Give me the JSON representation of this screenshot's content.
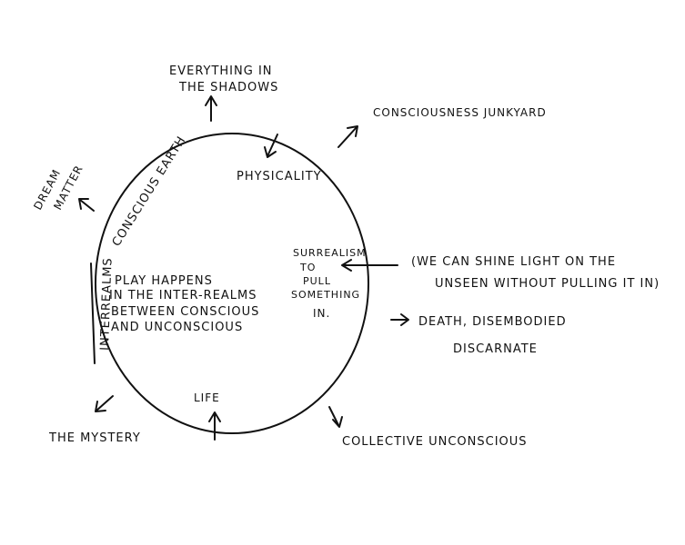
{
  "labels": {
    "everything_shadows_1": "EVERYTHING IN",
    "everything_shadows_2": "THE SHADOWS",
    "consciousness_junkyard": "CONSCIOUSNESS JUNKYARD",
    "physicality": "PHYSICALITY",
    "conscious_earth": "CONSCIOUS EARTH",
    "dream_matter_1": "DREAM",
    "dream_matter_2": "MATTER",
    "interrealms": "INTERREALMS",
    "play_1": "PLAY HAPPENS",
    "play_2": "IN THE INTER-REALMS",
    "play_3": "BETWEEN CONSCIOUS",
    "play_4": "AND UNCONSCIOUS",
    "surrealism_1": "SURREALISM",
    "surrealism_2": "TO",
    "surrealism_3": "PULL",
    "surrealism_4": "SOMETHING",
    "surrealism_5": "IN.",
    "shine_1": "(WE CAN SHINE LIGHT ON THE",
    "shine_2": "UNSEEN WITHOUT PULLING IT IN)",
    "death_1": "DEATH, DISEMBODIED",
    "death_2": "DISCARNATE",
    "life": "LIFE",
    "mystery": "THE MYSTERY",
    "collective": "COLLECTIVE UNCONSCIOUS"
  }
}
